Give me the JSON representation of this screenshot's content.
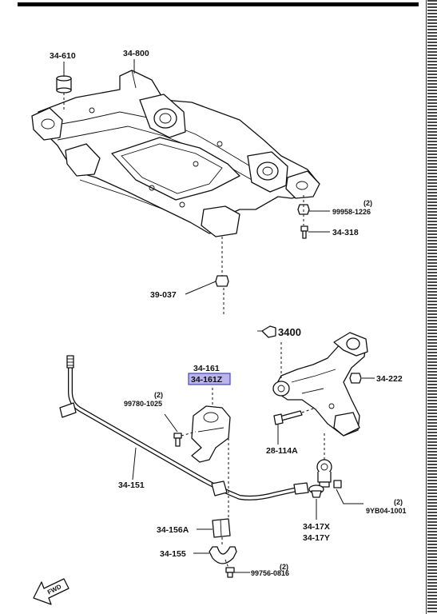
{
  "labels": {
    "p34_610": "34-610",
    "p34_800": "34-800",
    "p99958_qty": "(2)",
    "p99958": "99958-1226",
    "p34_318": "34-318",
    "p39_037": "39-037",
    "p3400": "3400",
    "p34_161": "34-161",
    "p34_161z": "34-161Z",
    "p34_222": "34-222",
    "p99780_qty": "(2)",
    "p99780": "99780-1025",
    "p28_114a": "28-114A",
    "p34_151": "34-151",
    "p9yb04_qty": "(2)",
    "p9yb04": "9YB04-1001",
    "p34_156a": "34-156A",
    "p34_17x": "34-17X",
    "p34_17y": "34-17Y",
    "p34_155": "34-155",
    "p99756_qty": "(2)",
    "p99756": "99756-0816",
    "fwd": "FWD"
  },
  "colors": {
    "highlight_fill": "#b9b4ea",
    "highlight_stroke": "#4a46b8",
    "ink": "#111111"
  },
  "icons": {
    "fwd_arrow": "fwd-arrow-icon",
    "hand_pointer": "hand-pointer-icon"
  }
}
